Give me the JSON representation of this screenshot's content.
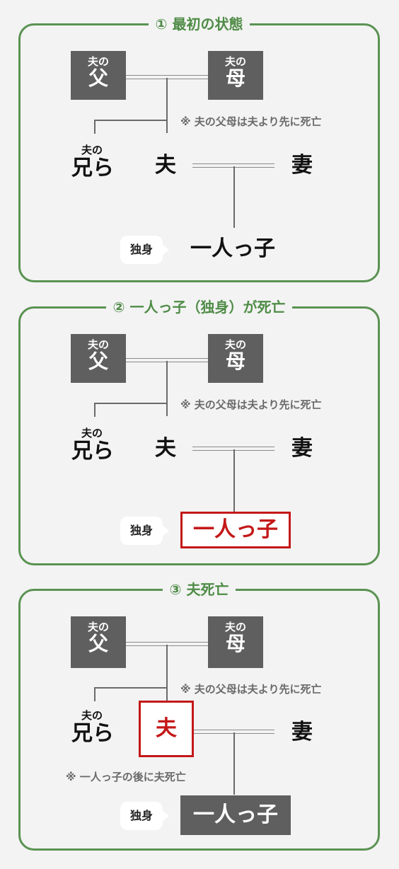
{
  "panels": [
    {
      "title": "① 最初の状態",
      "father_small": "夫の",
      "father_big": "父",
      "mother_small": "夫の",
      "mother_big": "母",
      "note_parents": "※ 夫の父母は夫より先に死亡",
      "sibling_small": "夫の",
      "sibling_big": "兄ら",
      "husband": "夫",
      "wife": "妻",
      "bubble": "独身",
      "child": "一人っ子"
    },
    {
      "title": "② 一人っ子（独身）が死亡",
      "father_small": "夫の",
      "father_big": "父",
      "mother_small": "夫の",
      "mother_big": "母",
      "note_parents": "※ 夫の父母は夫より先に死亡",
      "sibling_small": "夫の",
      "sibling_big": "兄ら",
      "husband": "夫",
      "wife": "妻",
      "bubble": "独身",
      "child": "一人っ子"
    },
    {
      "title": "③ 夫死亡",
      "father_small": "夫の",
      "father_big": "父",
      "mother_small": "夫の",
      "mother_big": "母",
      "note_parents": "※ 夫の父母は夫より先に死亡",
      "sibling_small": "夫の",
      "sibling_big": "兄ら",
      "husband": "夫",
      "wife": "妻",
      "note_child": "※ 一人っ子の後に夫死亡",
      "bubble": "独身",
      "child": "一人っ子"
    }
  ],
  "colors": {
    "green": "#5a9352",
    "red": "#c41818",
    "grey": "#5f5f5f"
  }
}
